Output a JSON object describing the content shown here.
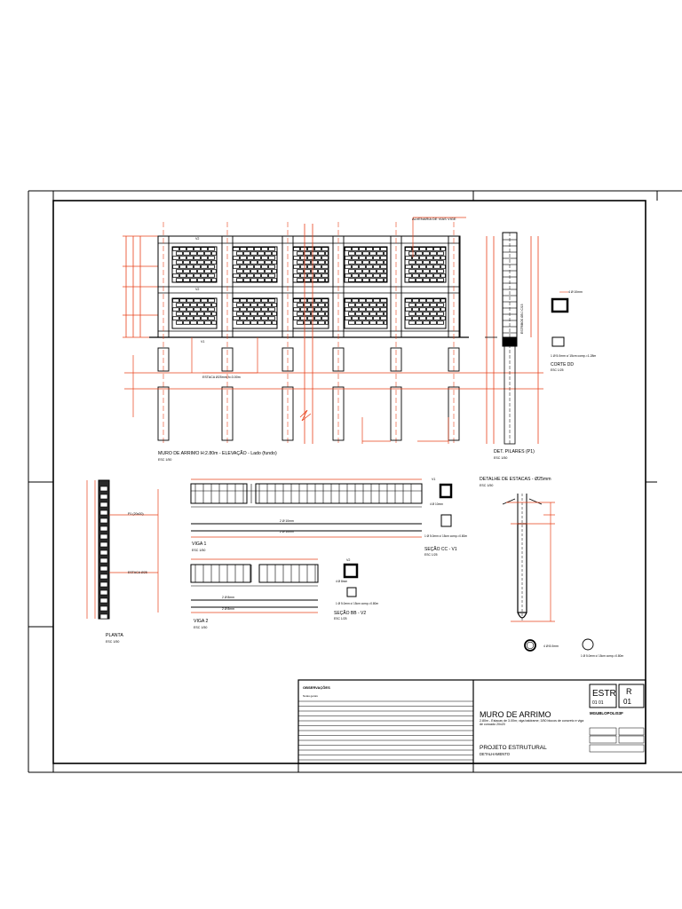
{
  "colors": {
    "ink": "#000000",
    "red": "#e8401a",
    "paper": "#ffffff"
  },
  "elevation": {
    "title": "MURO DE ARRIMO H:2.80m - ELEVAÇÃO - Lado (fundo)",
    "scale": "ESC 1/50",
    "callout": "ALVENARIA DE VIAS VIGE",
    "beam_top": "V2",
    "beam_mid": "V2",
    "beam_bottom": "V1",
    "pile_note": "ESTACA Ø25mm h=3.00m"
  },
  "pillar": {
    "title": "DET. PILARES (P1)",
    "scale": "ESC 1/50",
    "section_title": "CORTE DD",
    "section_scale": "ESC 1/25",
    "section_note": "1 Ø 5.0mm c/ 15cm comp.=1.28m",
    "top_note": "4 Ø 10mm",
    "side_note": "ESTRIBOS Ø5.0 C/15"
  },
  "piles": {
    "title": "DETALHE DE ESTACAS - Ø25mm",
    "scale": "ESC 1/50",
    "bottom_note": "4 Ø 8.0mm",
    "ring_note": "1 Ø 5.0mm c/ 15cm comp.=0.80m"
  },
  "plan": {
    "title": "PLANTA",
    "scale": "ESC 1/50",
    "label_p1": "P1 (20x20)",
    "label_estaca": "ESTACA Ø25"
  },
  "beam1": {
    "title": "VIGA 1",
    "scale": "ESC 1/50",
    "bar_top": "2 Ø 10mm",
    "bar_bottom": "2 Ø 10mm"
  },
  "beam2": {
    "title": "VIGA 2",
    "scale": "ESC 1/50",
    "bar_top": "2 Ø 8mm",
    "bar_bottom": "2 Ø 8mm"
  },
  "section_cc": {
    "title": "SEÇÃO CC - V1",
    "scale": "ESC 1/25",
    "tag": "V1",
    "note_top": "4 Ø 10mm",
    "note_bottom": "1 Ø 5.0mm c/ 15cm comp.=0.80m"
  },
  "section_bb": {
    "title": "SEÇÃO BB - V2",
    "scale": "ESC 1/25",
    "tag": "V2",
    "note_top": "4 Ø 8mm",
    "note_bottom": "1 Ø 5.0mm c/ 15cm comp.=0.80m"
  },
  "title_block": {
    "notes_header": "OBSERVAÇÕES",
    "notes_line": "Notas gerais",
    "sheet_code": "ESTR",
    "sheet_sub": "01 01",
    "revision_label": "R",
    "revision_value": "01",
    "project_title": "MURO DE ARRIMO",
    "description": "2.80m - Estacas de 3.00m; viga baldrame; 3/50 blocos de concreto e viga de coroado 20x20",
    "discipline": "PROJETO ESTRUTURAL",
    "discipline_sub": "DETALHAMENTO",
    "code": "MGUBLOPOLIS3F"
  }
}
